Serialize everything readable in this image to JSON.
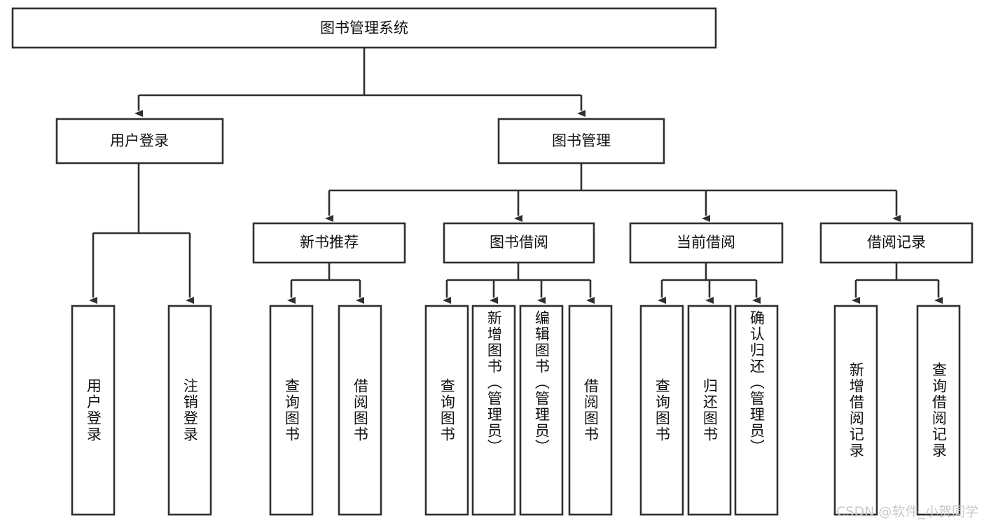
{
  "diagram": {
    "kind": "tree-flowchart",
    "title": "图书管理系统",
    "watermark": "CSDN @软件_小贺同学",
    "colors": {
      "stroke": "#2f2f2f",
      "fill": "#ffffff",
      "text": "#111111",
      "watermark": "#c9c9c9",
      "background": "#ffffff"
    },
    "levels": {
      "level1": [
        "图书管理系统"
      ],
      "level2": [
        "用户登录",
        "图书管理"
      ],
      "level3": [
        "新书推荐",
        "图书借阅",
        "当前借阅",
        "借阅记录"
      ],
      "level4": [
        "用户登录",
        "注销登录",
        "查询图书",
        "借阅图书",
        "查询图书",
        "新增图书（管理员）",
        "编辑图书（管理员）",
        "借阅图书",
        "查询图书",
        "归还图书",
        "确认归还（管理员）",
        "新增借阅记录",
        "查询借阅记录"
      ]
    },
    "nodes": {
      "root": {
        "label": "图书管理系统"
      },
      "user_login": {
        "label": "用户登录"
      },
      "book_mgmt": {
        "label": "图书管理"
      },
      "new_book_rec": {
        "label": "新书推荐"
      },
      "book_borrow": {
        "label": "图书借阅"
      },
      "current_borrow": {
        "label": "当前借阅"
      },
      "borrow_record": {
        "label": "借阅记录"
      },
      "leaf_user_login": {
        "label": "用户登录"
      },
      "leaf_logout": {
        "label": "注销登录"
      },
      "leaf_query_book_1": {
        "label": "查询图书"
      },
      "leaf_borrow_book_1": {
        "label": "借阅图书"
      },
      "leaf_query_book_2": {
        "label": "查询图书"
      },
      "leaf_add_book": {
        "label": "新增图书（管理员）"
      },
      "leaf_edit_book": {
        "label": "编辑图书（管理员）"
      },
      "leaf_borrow_book_2": {
        "label": "借阅图书"
      },
      "leaf_query_book_3": {
        "label": "查询图书"
      },
      "leaf_return_book": {
        "label": "归还图书"
      },
      "leaf_confirm_return": {
        "label": "确认归还（管理员）"
      },
      "leaf_add_record": {
        "label": "新增借阅记录"
      },
      "leaf_query_record": {
        "label": "查询借阅记录"
      }
    }
  }
}
